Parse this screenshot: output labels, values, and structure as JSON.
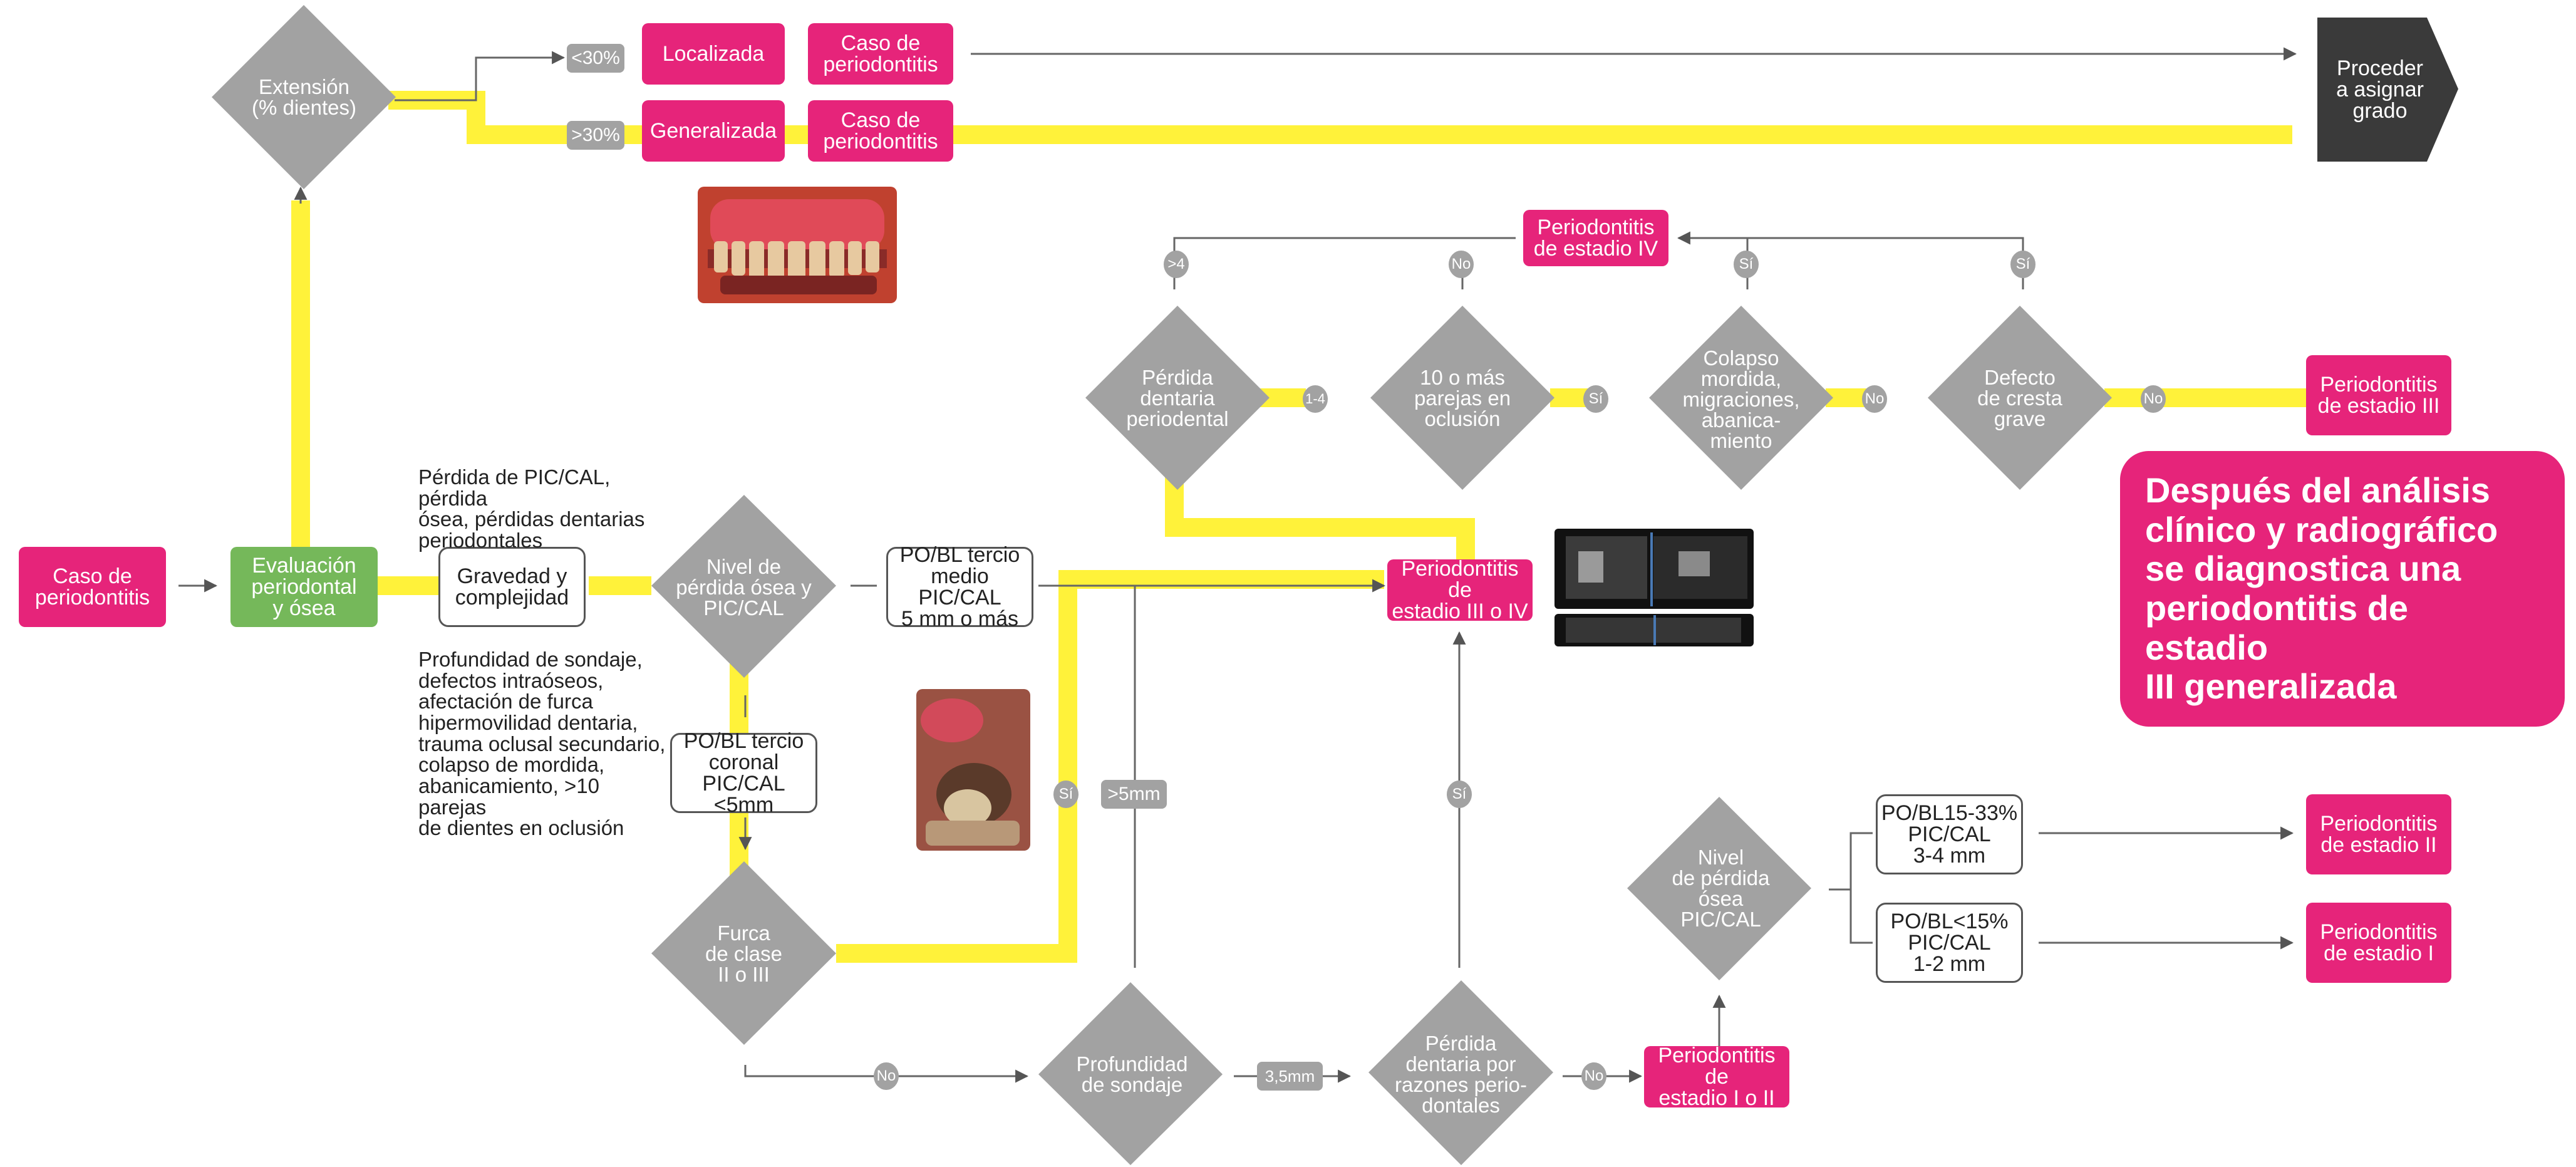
{
  "start": "Caso de\nperiodontitis",
  "evaluation": "Evaluación\nperiodontal\ny ósea",
  "severity": "Gravedad y\ncomplejidad",
  "severity_note_top": "Pérdida de PIC/CAL, pérdida\nósea, pérdidas dentarias\nperiodontales",
  "complexity_note": "Profundidad de sondaje,\ndefectos intraóseos,\nafectación de furca\nhipermovilidad dentaria,\ntrauma oclusal secundario,\ncolapso de mordida,\nabanicamiento, >10 parejas\nde dientes en oclusión",
  "extension": {
    "diamond": "Extensión\n(% dientes)",
    "lt30": "<30%",
    "gt30": ">30%",
    "localizada": "Localizada",
    "generalizada": "Generalizada",
    "caso_loc": "Caso de\nperiodontitis",
    "caso_gen": "Caso de\nperiodontitis",
    "proceed": "Proceder\na asignar\ngrado"
  },
  "bone_level": "Nivel de\npérdida ósea y\nPIC/CAL",
  "po_middle": "PO/BL tercio\nmedio PIC/CAL\n5 mm o más",
  "po_coronal": "PO/BL tercio\ncoronal PIC/CAL\n<5mm",
  "furca": "Furca\nde clase\nII o III",
  "sondaje": "Profundidad\nde sondaje",
  "perdida_razones": "Pérdida\ndentaria por\nrazones perio-\ndontales",
  "stage_3_4": "Periodontitis de\nestadio III o IV",
  "stage_1_2": "Periodontitis de\nestadio I o II",
  "nivel_perdida": "Nivel\nde pérdida\nósea\nPIC/CAL",
  "po_15_33": "PO/BL15-33%\nPIC/CAL\n3-4 mm",
  "po_lt15": "PO/BL<15%\nPIC/CAL\n1-2 mm",
  "stage_2": "Periodontitis\nde estadio II",
  "stage_1": "Periodontitis\nde estadio I",
  "perdida_dentaria": "Pérdida\ndentaria\nperiodental",
  "parejas": "10 o más\nparejas en\noclusión",
  "colapso": "Colapso\nmordida,\nmigraciones,\nabanica-\nmiento",
  "defecto": "Defecto\nde cresta\ngrave",
  "stage_4": "Periodontitis\nde estadio IV",
  "stage_3": "Periodontitis\nde estadio III",
  "conclusion": "Después del análisis\nclínico y radiográfico\nse diagnostica una\nperiodontitis de estadio\nIII generalizada",
  "labels": {
    "gt4": ">4",
    "no_top": "No",
    "si_top1": "Sí",
    "si_top2": "Sí",
    "l14": "1-4",
    "si_parejas": "Sí",
    "no_colapso": "No",
    "no_defecto": "No",
    "si_furca": "Sí",
    "gt5mm": ">5mm",
    "si_perdida": "Sí",
    "no_furca": "No",
    "mm35": "3,5mm",
    "no_perdida": "No"
  },
  "colors": {
    "pink": "#e6247a",
    "green": "#75b85a",
    "gray": "#a2a2a2",
    "dark": "#3a3a3a",
    "highlight": "#fff23a"
  }
}
